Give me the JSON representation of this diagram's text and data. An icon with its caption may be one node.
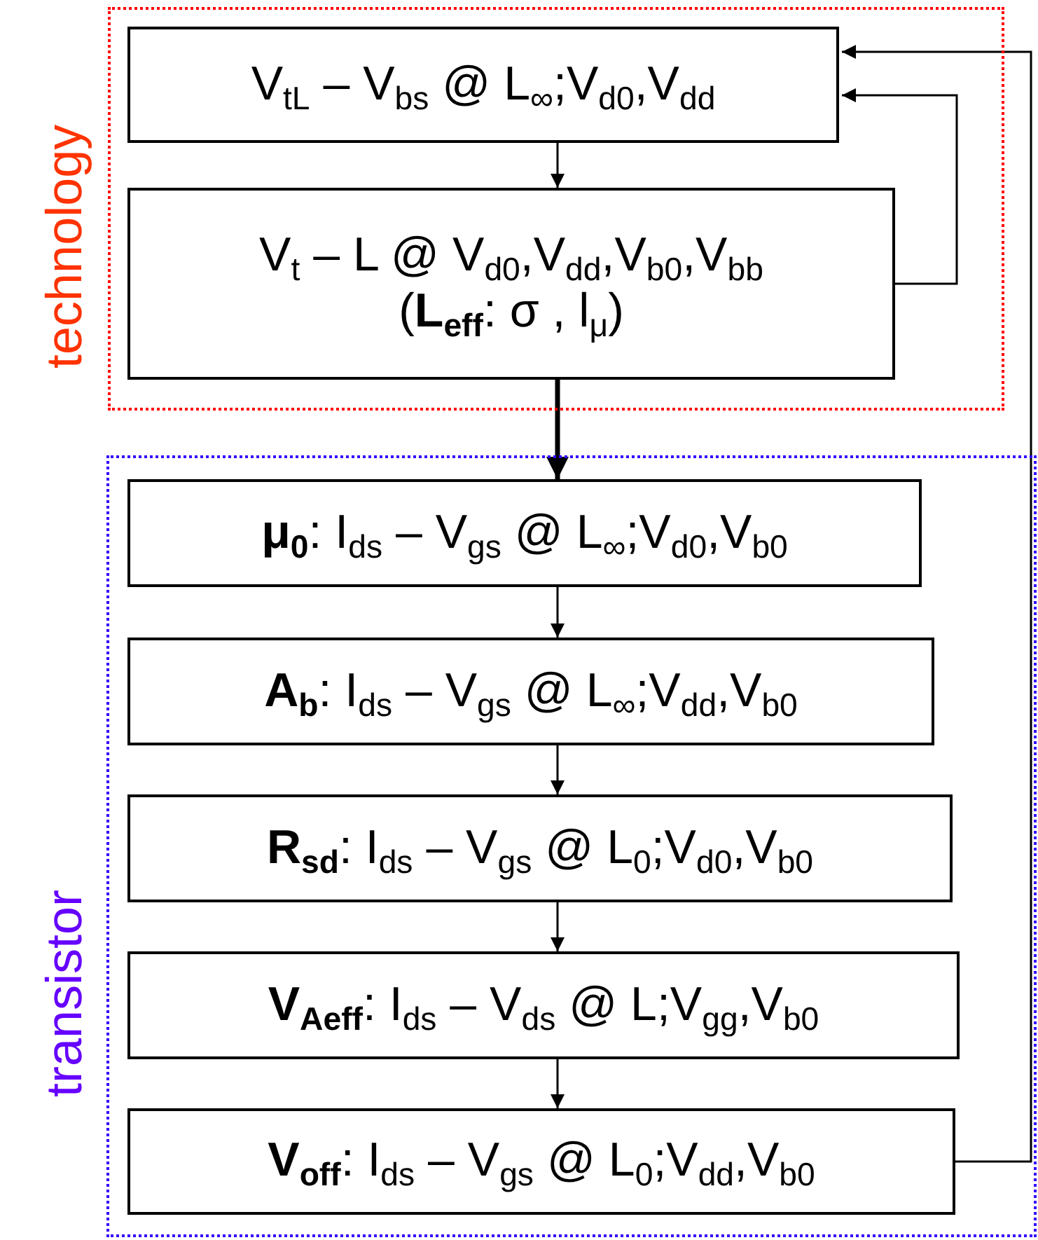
{
  "diagram": {
    "nodes": [
      {
        "text": [
          "technology"
        ]
      },
      {
        "text": [
          "V$_{tL}$ – V$_{bs}$ @ L$_{∞}$;V$_{d0}$,V$_{dd}$"
        ],
        "in": 0
      },
      {
        "text": [
          "V$_{t}$ – L @ V$_{d0}$,V$_{dd}$,V$_{b0}$,V$_{bb}$",
          "(**L$_{eff}$**: σ , l$_{μ}$)"
        ],
        "in": 0
      },
      {
        "text": [
          "transistor"
        ]
      },
      {
        "text": [
          "**μ$_{0}$**: I$_{ds}$ – V$_{gs}$ @ L$_{∞}$;V$_{d0}$,V$_{b0}$"
        ],
        "in": 3
      },
      {
        "text": [
          "**A$_{b}$**: I$_{ds}$ – V$_{gs}$ @ L$_{∞}$;V$_{dd}$,V$_{b0}$"
        ],
        "in": 3
      },
      {
        "text": [
          "**R$_{sd}$**: I$_{ds}$ – V$_{gs}$ @ L$_{0}$;V$_{d0}$,V$_{b0}$"
        ],
        "in": 3
      },
      {
        "text": [
          "**V$_{Aeff}$**: I$_{ds}$ – V$_{ds}$ @ L;V$_{gg}$,V$_{b0}$"
        ],
        "in": 3
      },
      {
        "text": [
          "**V$_{off}$**: I$_{ds}$ – V$_{gs}$ @ L$_{0}$;V$_{dd}$,V$_{b0}$"
        ],
        "in": 3
      }
    ],
    "edges": [
      {
        "from": 1,
        "to": 2,
        "arrow": "to"
      },
      {
        "from": 2,
        "to": 4,
        "arrow": "to",
        "style": "thick"
      },
      {
        "from": 4,
        "to": 5,
        "arrow": "to"
      },
      {
        "from": 5,
        "to": 6,
        "arrow": "to"
      },
      {
        "from": 6,
        "to": 7,
        "arrow": "to"
      },
      {
        "from": 7,
        "to": 8,
        "arrow": "to"
      },
      {
        "from": 2,
        "to": 1,
        "arrow": "to"
      },
      {
        "from": 8,
        "to": 1,
        "arrow": "to"
      }
    ]
  }
}
